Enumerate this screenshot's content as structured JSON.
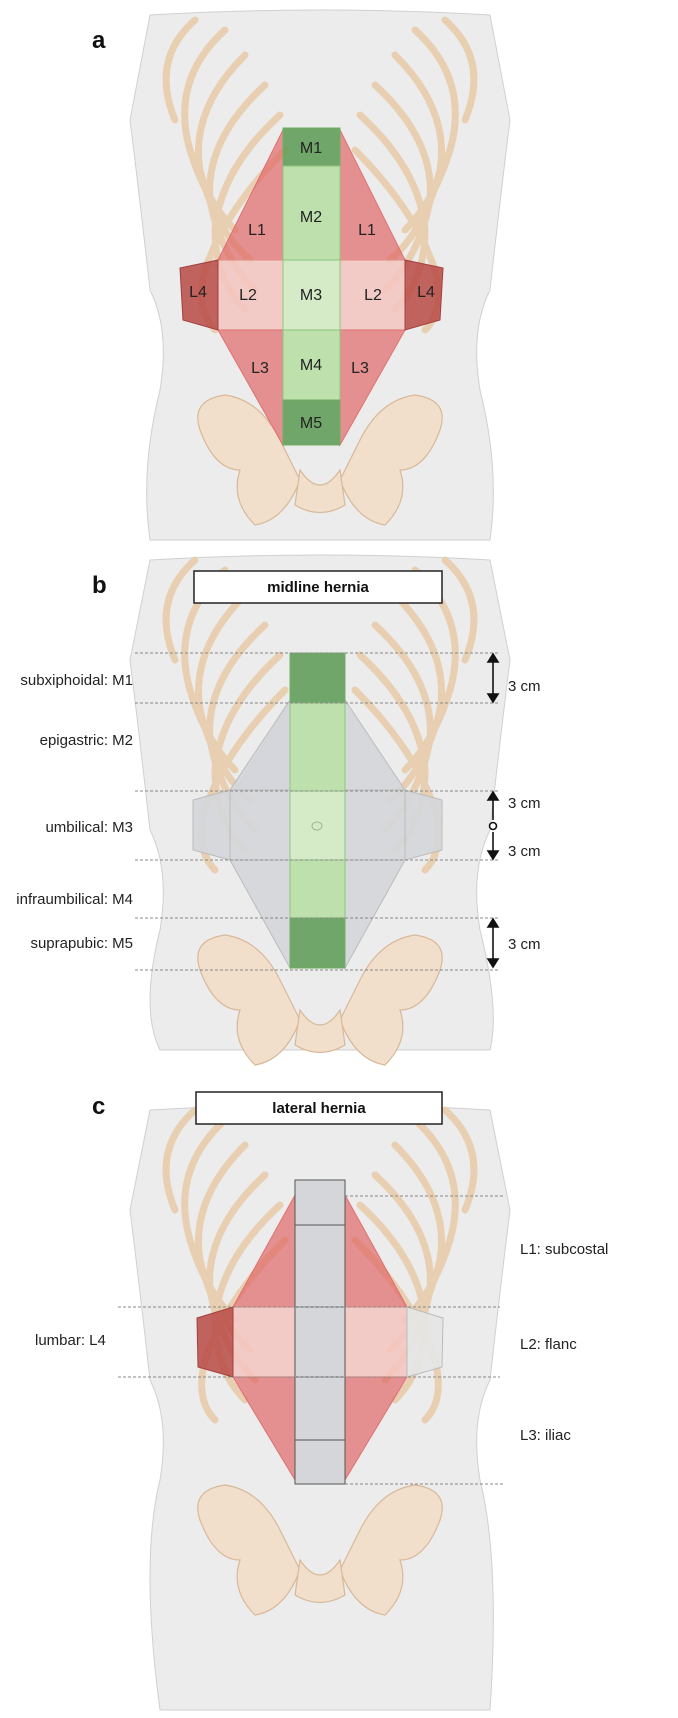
{
  "panel_a": {
    "letter": "a",
    "labels": {
      "m1": "M1",
      "m2": "M2",
      "m3": "M3",
      "m4": "M4",
      "m5": "M5",
      "l1": "L1",
      "l2": "L2",
      "l3": "L3",
      "l4": "L4"
    }
  },
  "panel_b": {
    "letter": "b",
    "header": "midline hernia",
    "rows": [
      {
        "label": "subxiphoidal: M1"
      },
      {
        "label": "epigastric: M2"
      },
      {
        "label": "umbilical: M3"
      },
      {
        "label": "infraumbilical: M4"
      },
      {
        "label": "suprapubic: M5"
      }
    ],
    "measure_label": "3 cm"
  },
  "panel_c": {
    "letter": "c",
    "header": "lateral hernia",
    "left_label": "lumbar: L4",
    "right_labels": [
      "L1: subcostal",
      "L2: flanc",
      "L3: iliac"
    ]
  },
  "colors": {
    "midline_dark": "#5a9a52",
    "midline_light": "#b9dfa6",
    "lateral_red": "#e06060",
    "lateral_light": "#f2b8b4",
    "lumbar_dark": "#b84a44",
    "grey_zone": "#d4d6da",
    "torso": "#eeeeee"
  }
}
